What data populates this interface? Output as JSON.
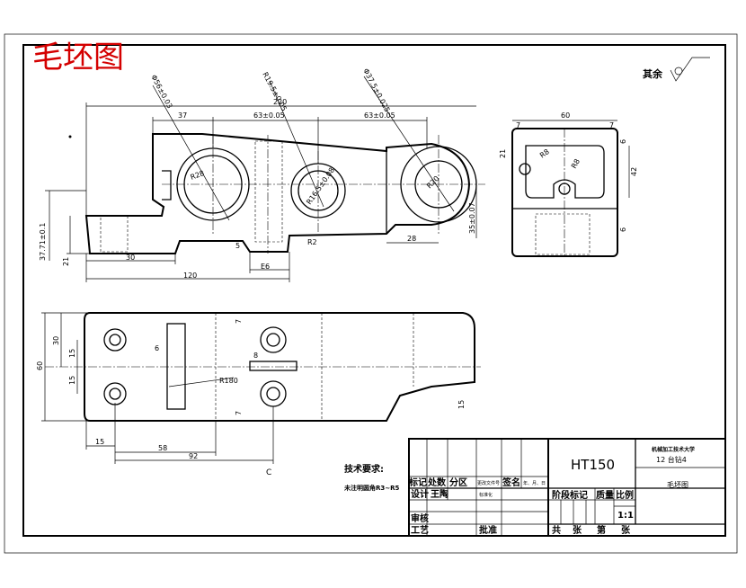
{
  "drawing": {
    "title_stamp": "毛坯图",
    "surface_note": "其余",
    "label_c": "C",
    "tech_title": "技术要求:",
    "tech_note": "未注明圆角R3~R5"
  },
  "front_view": {
    "hole_labels": [
      "Φ56±0.03",
      "R19.5±0.05",
      "Φ37.5±0.025"
    ],
    "top_dims": [
      "37",
      "63±0.05",
      "63±0.05"
    ],
    "overall_top": "220",
    "inner_r": [
      "R28",
      "R16.5±0.08",
      "R20"
    ],
    "bottom_dims": [
      "30",
      "120",
      "E6"
    ],
    "left_dims": [
      "37.71±0.1",
      "21"
    ],
    "right_dims": [
      "28",
      "35±0.07"
    ],
    "small": [
      "5",
      "R2"
    ]
  },
  "side_view": {
    "top_dim": "60",
    "small_dims": [
      "7",
      "7",
      "6",
      "6",
      "21"
    ],
    "height_dim": "42",
    "radii": [
      "R8",
      "R8"
    ]
  },
  "top_view": {
    "left_dims": [
      "60",
      "30",
      "15",
      "15"
    ],
    "bottom_dims": [
      "15",
      "58",
      "92"
    ],
    "small": [
      "7",
      "7",
      "6",
      "8",
      "15"
    ],
    "radius": "R180"
  },
  "title_block": {
    "material": "HT150",
    "school": "机械加工技术大学",
    "drawing_no": "12 台钻4",
    "part_name": "毛坯图",
    "row_headers": [
      "标记",
      "处数",
      "分区",
      "更改文件号",
      "签名",
      "年、月、日"
    ],
    "design_label": "设计",
    "designer": "王陶",
    "std_label": "标准化",
    "review_label": "审核",
    "process_label": "工艺",
    "approve_label": "批准",
    "stage_label": "阶段标记",
    "mass_label": "质量",
    "scale_label": "比例",
    "scale": "1:1",
    "sheets": [
      "共",
      "张",
      "第",
      "张"
    ]
  }
}
